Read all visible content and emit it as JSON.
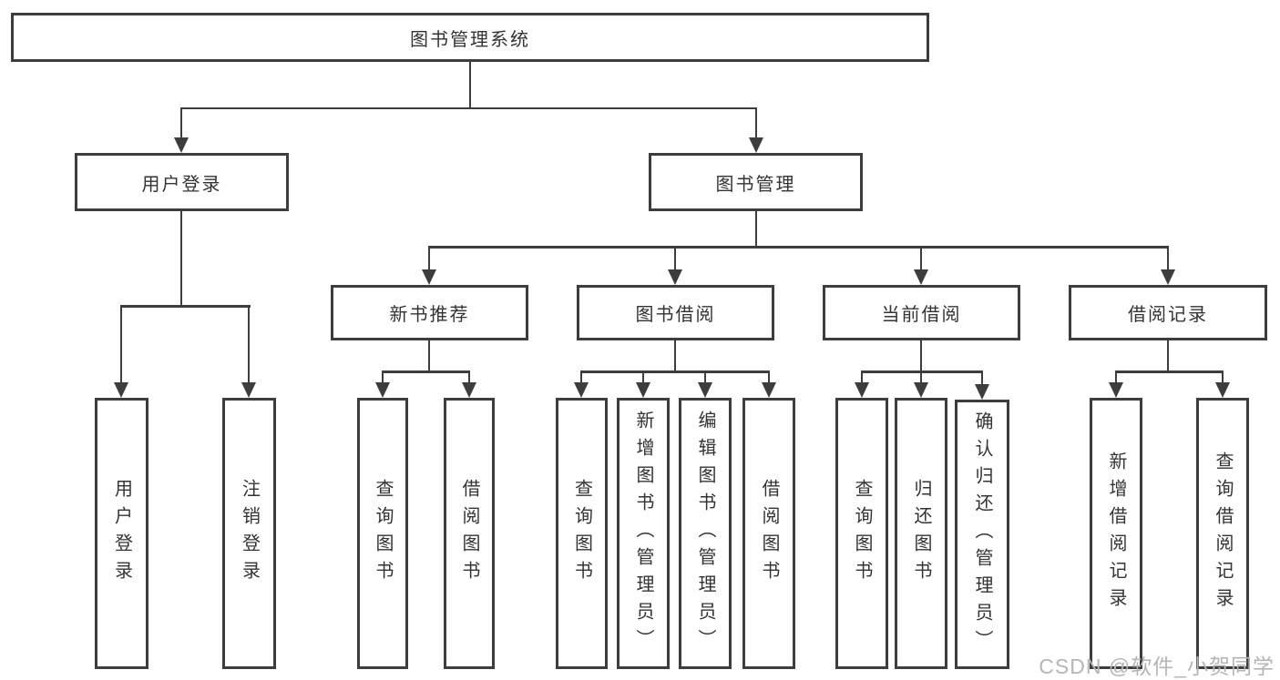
{
  "colors": {
    "background": "#ffffff",
    "line": "#3d3d3d",
    "text": "#333333",
    "watermark": "#b5b5b5"
  },
  "diagram_type": "hierarchy-tree",
  "tree": {
    "root": "图书管理系统",
    "children": [
      {
        "label": "用户登录",
        "children": [
          "用户登录",
          "注销登录"
        ]
      },
      {
        "label": "图书管理",
        "children": [
          {
            "label": "新书推荐",
            "children": [
              "查询图书",
              "借阅图书"
            ]
          },
          {
            "label": "图书借阅",
            "children": [
              "查询图书",
              "新增图书（管理员）",
              "编辑图书（管理员）",
              "借阅图书"
            ]
          },
          {
            "label": "当前借阅",
            "children": [
              "查询图书",
              "归还图书",
              "确认归还（管理员）"
            ]
          },
          {
            "label": "借阅记录",
            "children": [
              "新增借阅记录",
              "查询借阅记录"
            ]
          }
        ]
      }
    ]
  },
  "watermark": {
    "text": "CSDN @软件_小贺同学"
  }
}
